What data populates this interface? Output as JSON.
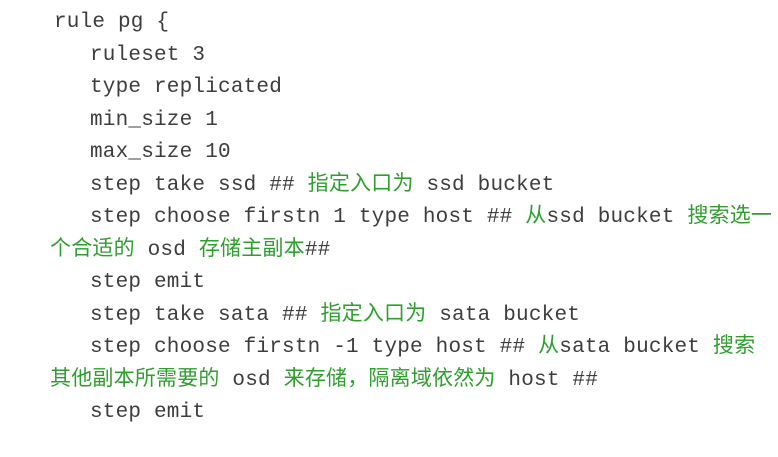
{
  "page": {
    "background": "#ffffff",
    "kind": "code-snippet",
    "language": "ceph-crush-rule"
  },
  "colors": {
    "code_text": "#3d3d3d",
    "comment_green": "#2f9e2f"
  },
  "code_block": {
    "full_text": "rule pg {\n    ruleset 3\n    type replicated\n    min_size 1\n    max_size 10\n    step take ssd ## 指定入口为 ssd bucket\n    step choose firstn 1 type host ## 从ssd bucket 搜索选一个合适的 osd 存储主副本##\n    step emit\n    step take sata ## 指定入口为 sata bucket\n    step choose firstn -1 type host ## 从sata bucket 搜索其他副本所需要的 osd 来存储，隔离域依然为 host ##\n    step emit",
    "lines": [
      {
        "indent": "base",
        "segments": [
          {
            "t": "rule pg {",
            "c": "code"
          }
        ]
      },
      {
        "indent": "stmt",
        "segments": [
          {
            "t": "ruleset 3",
            "c": "code"
          }
        ]
      },
      {
        "indent": "stmt",
        "segments": [
          {
            "t": "type replicated",
            "c": "code"
          }
        ]
      },
      {
        "indent": "stmt",
        "segments": [
          {
            "t": "min_size 1",
            "c": "code"
          }
        ]
      },
      {
        "indent": "stmt",
        "segments": [
          {
            "t": "max_size 10",
            "c": "code"
          }
        ]
      },
      {
        "indent": "stmt",
        "segments": [
          {
            "t": "step take ssd ## ",
            "c": "code"
          },
          {
            "t": "指定入口为",
            "c": "comment"
          },
          {
            "t": " ssd bucket",
            "c": "code"
          }
        ]
      },
      {
        "indent": "stmt",
        "segments": [
          {
            "t": "step choose firstn 1 type host ## ",
            "c": "code"
          },
          {
            "t": "从",
            "c": "comment"
          },
          {
            "t": "ssd bucket ",
            "c": "code"
          },
          {
            "t": "搜索选一",
            "c": "comment"
          }
        ]
      },
      {
        "indent": "wrap",
        "segments": [
          {
            "t": "个合适的",
            "c": "comment"
          },
          {
            "t": " osd ",
            "c": "code"
          },
          {
            "t": "存储主副本",
            "c": "comment"
          },
          {
            "t": "##",
            "c": "code"
          }
        ]
      },
      {
        "indent": "stmt",
        "segments": [
          {
            "t": "step emit",
            "c": "code"
          }
        ]
      },
      {
        "indent": "stmt",
        "segments": [
          {
            "t": "step take sata ## ",
            "c": "code"
          },
          {
            "t": "指定入口为",
            "c": "comment"
          },
          {
            "t": " sata bucket",
            "c": "code"
          }
        ]
      },
      {
        "indent": "stmt",
        "segments": [
          {
            "t": "step choose firstn -1 type host ## ",
            "c": "code"
          },
          {
            "t": "从",
            "c": "comment"
          },
          {
            "t": "sata bucket ",
            "c": "code"
          },
          {
            "t": "搜索",
            "c": "comment"
          }
        ]
      },
      {
        "indent": "wrap",
        "segments": [
          {
            "t": "其他副本所需要的",
            "c": "comment"
          },
          {
            "t": " osd ",
            "c": "code"
          },
          {
            "t": "来存储，隔离域依然为",
            "c": "comment"
          },
          {
            "t": " host ##",
            "c": "code"
          }
        ]
      },
      {
        "indent": "stmt",
        "segments": [
          {
            "t": "step emit",
            "c": "code"
          }
        ]
      }
    ]
  }
}
